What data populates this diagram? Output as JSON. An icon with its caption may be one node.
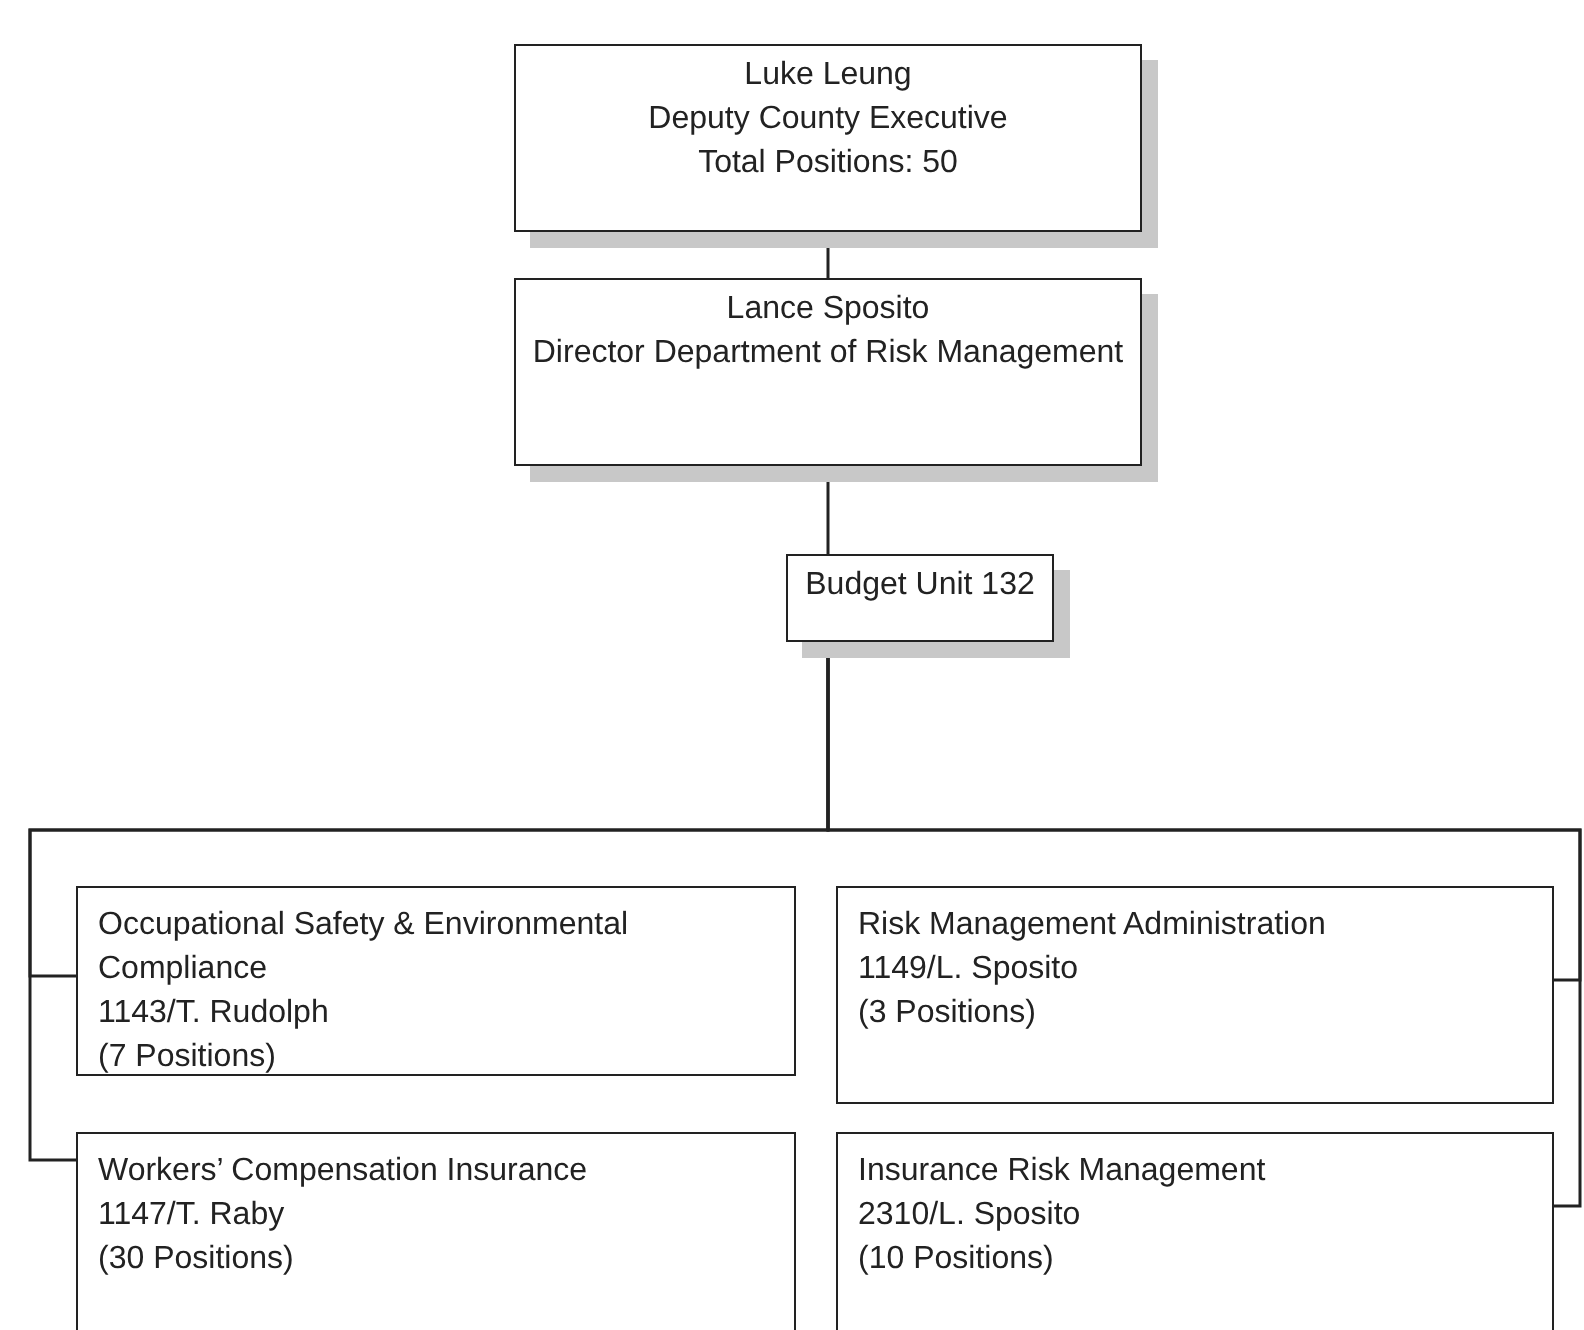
{
  "diagram": {
    "nodes": [
      {
        "text": [
          "Luke Leung",
          "Deputy County Executive",
          "Total Positions: 50"
        ]
      },
      {
        "text": [
          "Lance Sposito",
          "Director Department of Risk Management"
        ]
      },
      {
        "text": [
          "Budget Unit 132"
        ]
      },
      {
        "text": [
          "Occupational Safety & Environmental Compliance",
          "1143/T. Rudolph",
          "(7 Positions)"
        ]
      },
      {
        "text": [
          "Risk Management Administration",
          "1149/L. Sposito",
          "(3 Positions)"
        ]
      },
      {
        "text": [
          "Workers’ Compensation Insurance",
          "1147/T. Raby",
          "(30 Positions)"
        ]
      },
      {
        "text": [
          "Insurance Risk Management",
          "2310/L. Sposito",
          "(10 Positions)"
        ]
      }
    ],
    "edges": [
      {
        "from": 0,
        "to": 1,
        "arrow": "none"
      },
      {
        "from": 1,
        "to": 2,
        "arrow": "none"
      },
      {
        "from": 2,
        "to": 3,
        "arrow": "none"
      },
      {
        "from": 2,
        "to": 4,
        "arrow": "none"
      },
      {
        "from": 2,
        "to": 5,
        "arrow": "none"
      },
      {
        "from": 2,
        "to": 6,
        "arrow": "none"
      }
    ]
  }
}
